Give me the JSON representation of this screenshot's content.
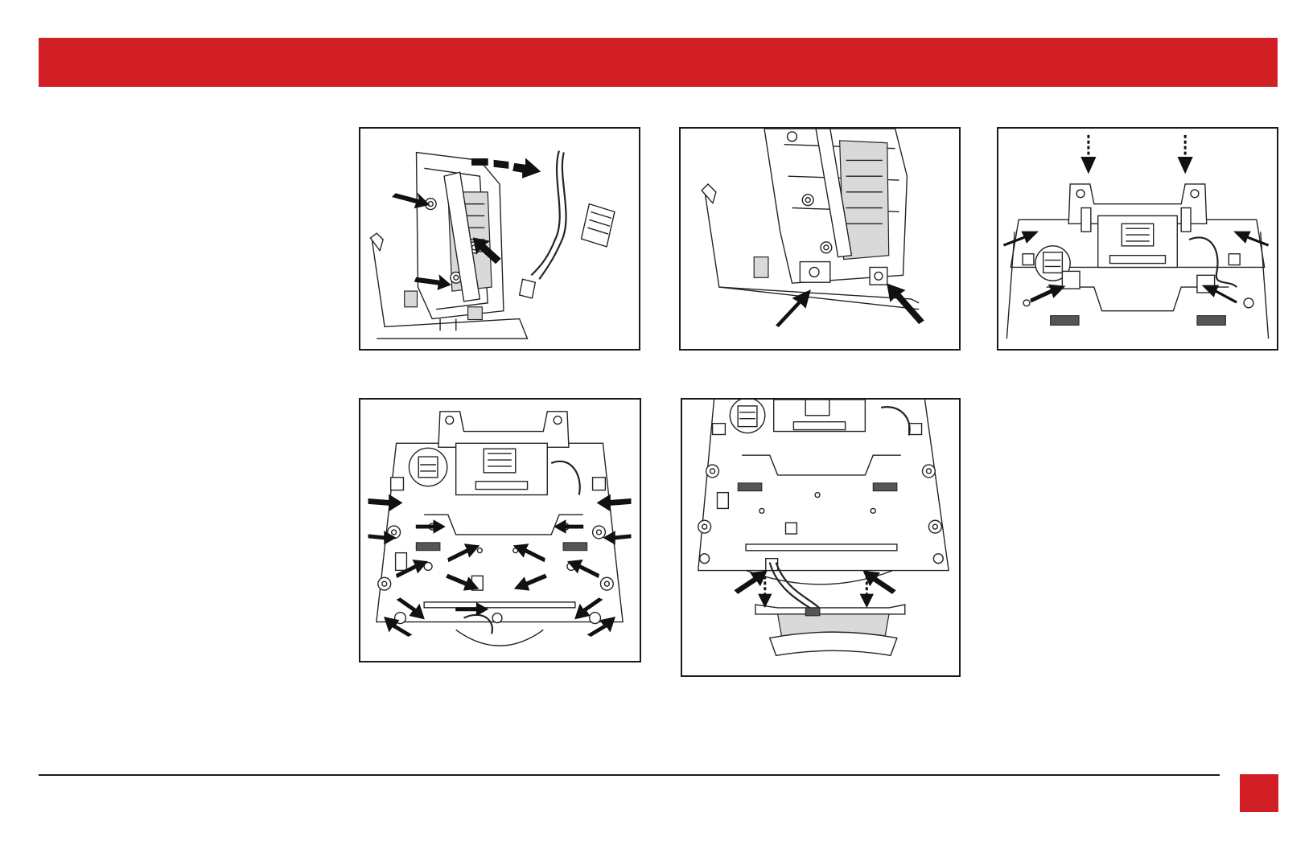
{
  "colors": {
    "accent": "#d21f26",
    "rule": "#1a1a1a"
  },
  "figures": [
    {
      "id": "fig1",
      "icon": "radio-chassis-harness-removal"
    },
    {
      "id": "fig2",
      "icon": "radio-chassis-bracket-screws"
    },
    {
      "id": "fig3",
      "icon": "panel-rear-tabs-and-screws"
    },
    {
      "id": "fig4",
      "icon": "panel-rear-screw-locations"
    },
    {
      "id": "fig5",
      "icon": "panel-lower-module-removal"
    }
  ]
}
